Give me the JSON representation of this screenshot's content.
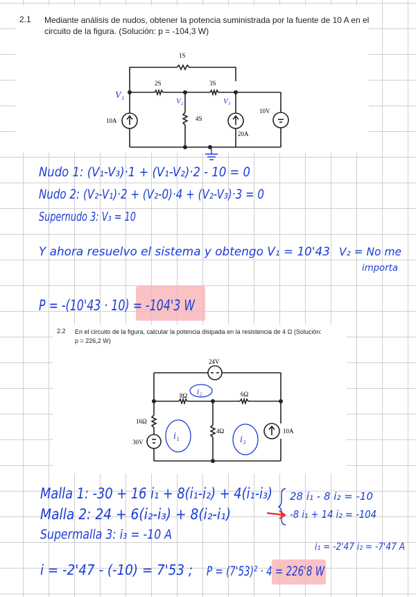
{
  "problem1": {
    "number": "2.1",
    "text_line1": "Mediante análisis de nudos, obtener la potencia suministrada por la fuente de 10 A en el",
    "text_line2": "circuito de la figura. (Solución: p = -104,3 W)",
    "circuit": {
      "r_1s": "1S",
      "r_2s": "2S",
      "r_3s": "3S",
      "r_4s": "4S",
      "src_10a": "10A",
      "src_20a": "20A",
      "src_10v": "10V",
      "node_v1": "V₁",
      "node_v2": "V₂",
      "node_v3": "V₃"
    },
    "handwritten": {
      "eq1": "Nudo 1: (V₁-V₃)·1 + (V₁-V₂)·2 - 10 = 0",
      "eq2": "Nudo 2: (V₂-V₁)·2 + (V₂-0)·4 + (V₂-V₃)·3 = 0",
      "eq3": "Supernudo 3: V₃ = 10",
      "solve_text": "Y ahora resuelvo el sistema y obtengo V₁ = 10'43",
      "v2_note_1": "V₂ = No me",
      "v2_note_2": "importa",
      "power": "P = -(10'43 · 10) = -104'3 W"
    }
  },
  "problem2": {
    "number": "2.2",
    "text_line1": "En el circuito de la figura, calcular la potencia disipada en la resistencia de 4 Ω (Solución:",
    "text_line2": "p = 226,2 W)",
    "circuit": {
      "src_24v": "24V",
      "r_8": "8Ω",
      "r_6": "6Ω",
      "r_16": "16Ω",
      "r_4": "4Ω",
      "src_30v": "30V",
      "src_10a": "10A",
      "loop_i1": "i₁",
      "loop_i2": "i₂",
      "loop_i3": "i₃"
    },
    "handwritten": {
      "eq1": "Malla 1: -30 + 16 i₁ + 8(i₁-i₂) + 4(i₁-i₃)",
      "eq2": "Malla 2: 24 + 6(i₂-i₃) + 8(i₂-i₁)",
      "eq3": "Supermalla 3: i₃ = -10 A",
      "sys1": "28 i₁ - 8 i₂ = -10",
      "sys2": "-8 i₁ + 14 i₂ = -104",
      "sol": "i₁ = -2'47   i₂ = -7'47 A",
      "current": "i = -2'47 - (-10) = 7'53 ;",
      "power": "P = (7'53)² · 4 = 226'8 W"
    }
  }
}
